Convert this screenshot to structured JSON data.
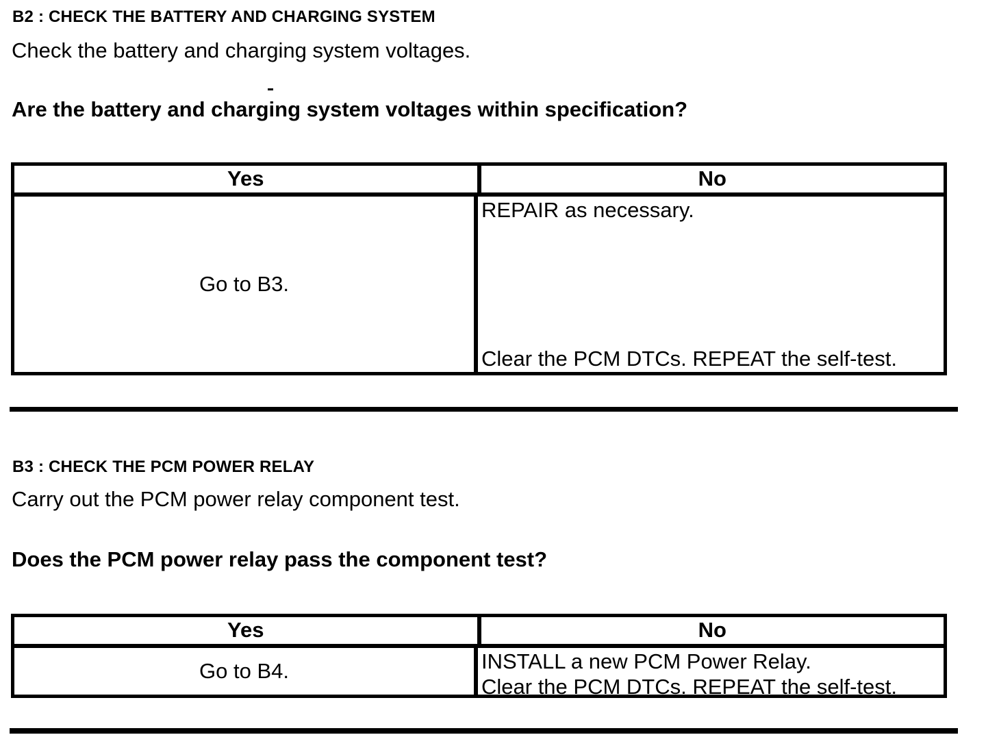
{
  "page": {
    "background": "#ffffff",
    "text_color": "#000000"
  },
  "sections": [
    {
      "id": "B2",
      "heading": "B2 : CHECK THE BATTERY AND CHARGING SYSTEM",
      "instruction": "Check the battery and charging system voltages.",
      "question": "Are the battery and charging system voltages within specification?",
      "table": {
        "headers": {
          "yes": "Yes",
          "no": "No"
        },
        "yes_action": "Go to B3.",
        "no_actions": [
          "REPAIR as necessary.",
          "Clear the PCM DTCs. REPEAT the self-test."
        ]
      }
    },
    {
      "id": "B3",
      "heading": "B3 : CHECK THE PCM POWER RELAY",
      "instruction": "Carry out the PCM power relay component test.",
      "question": "Does the PCM power relay pass the component test?",
      "table": {
        "headers": {
          "yes": "Yes",
          "no": "No"
        },
        "yes_action": "Go to B4.",
        "no_actions": [
          "INSTALL a new PCM Power Relay.",
          "Clear the PCM DTCs. REPEAT the self-test."
        ]
      }
    }
  ]
}
